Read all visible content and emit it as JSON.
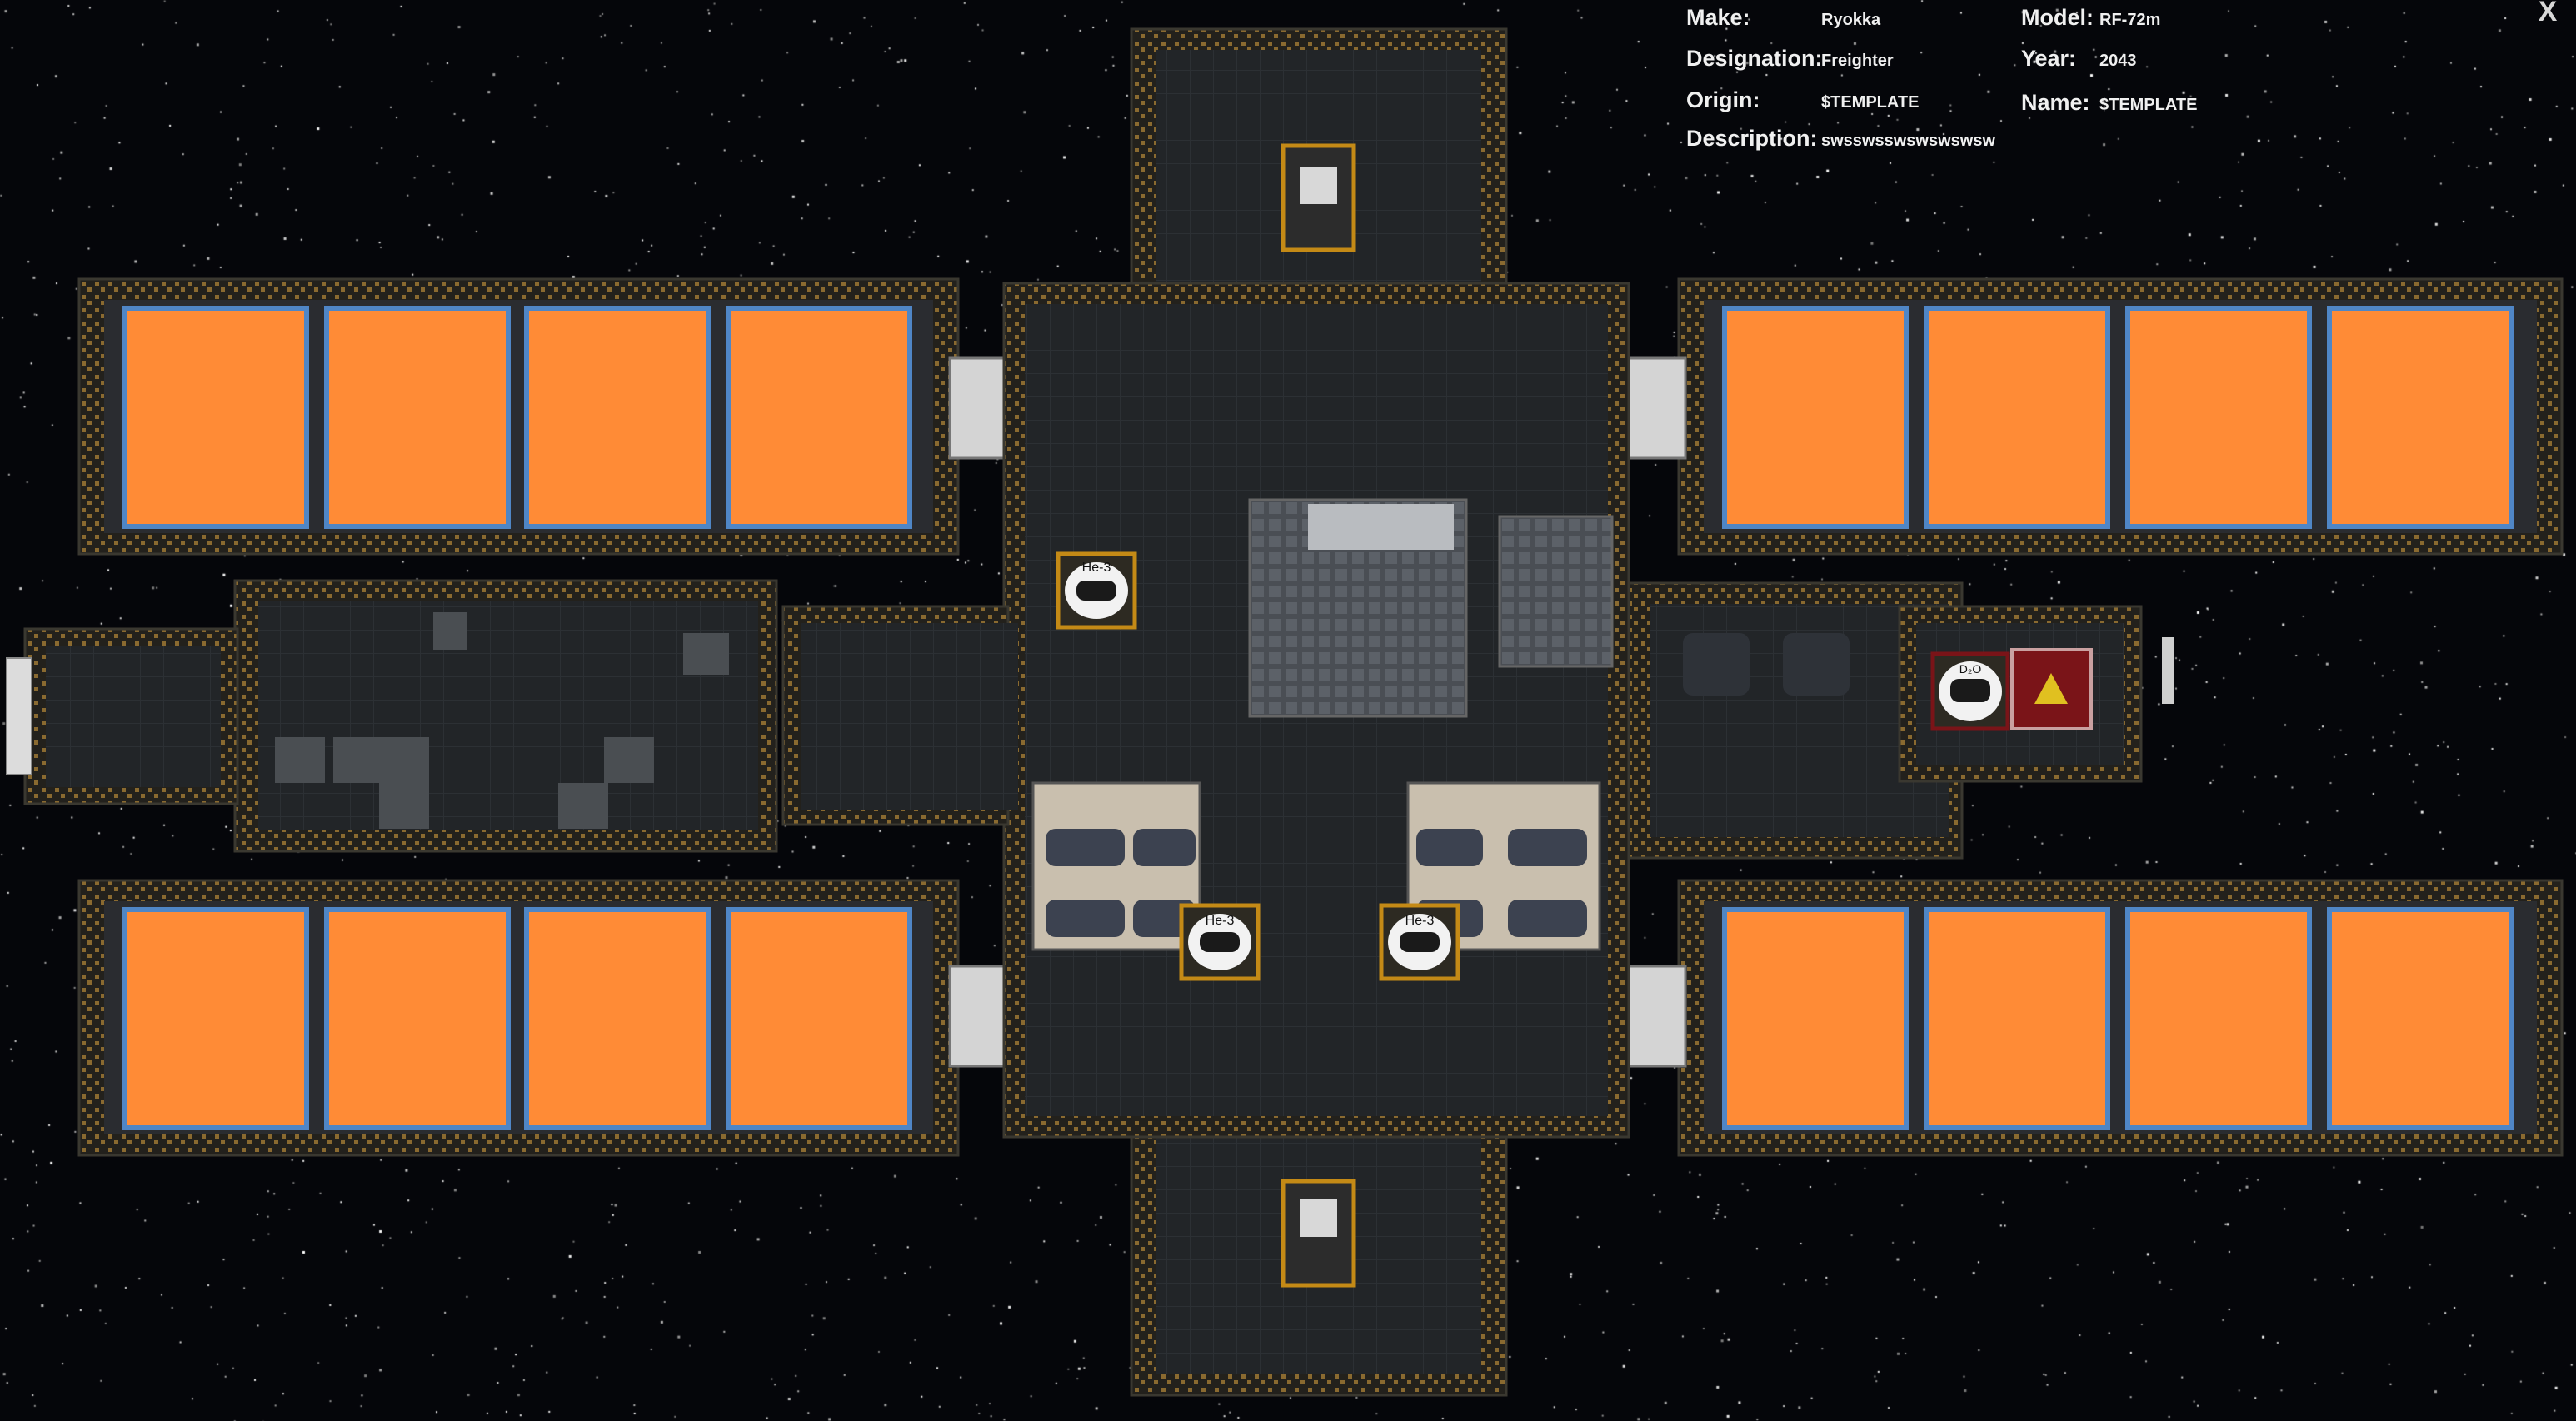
{
  "ship_info": {
    "make_label": "Make:",
    "make_value": "Ryokka",
    "designation_label": "Designation:",
    "designation_value": "Freighter",
    "origin_label": "Origin:",
    "origin_value": "$TEMPLATE",
    "description_label": "Description:",
    "description_value": "swsswsswswswswsw",
    "model_label": "Model:",
    "model_value": "RF-72m",
    "year_label": "Year:",
    "year_value": "2043",
    "name_label": "Name:",
    "name_value": "$TEMPLATE"
  },
  "close_label": "X",
  "tank_labels": {
    "he3_top": "He-3",
    "he3_bottom_left": "He-3",
    "he3_bottom_right": "He-3",
    "d2o": "D₂O"
  },
  "colors": {
    "space": "#05060a",
    "hull": "#1d1f22",
    "hull_trim": "#9a7a3a",
    "cargo_orange": "#ff8b36",
    "cargo_frame": "#4f86c6",
    "floor": "#232629",
    "tank_outline": "#c48a16",
    "reactor": "#7a1418"
  }
}
